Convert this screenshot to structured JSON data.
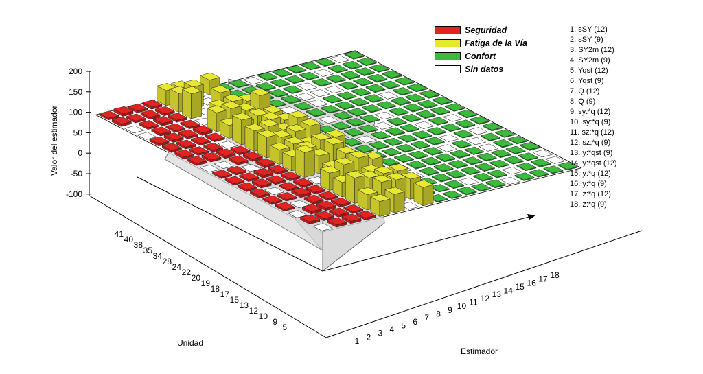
{
  "chart_data": {
    "type": "bar3d",
    "zlabel": "Valor del estimador",
    "ylabel": "Unidad",
    "xlabel": "Estimador",
    "zlim": [
      -100,
      200
    ],
    "z_ticks": [
      "200",
      "150",
      "100",
      "50",
      "0",
      "-50",
      "-100"
    ],
    "unit_ticks": [
      "41",
      "40",
      "38",
      "35",
      "34",
      "28",
      "24",
      "22",
      "20",
      "19",
      "18",
      "17",
      "15",
      "13",
      "12",
      "10",
      "9",
      "5"
    ],
    "estimator_ticks": [
      "1",
      "2",
      "3",
      "4",
      "5",
      "6",
      "7",
      "8",
      "9",
      "10",
      "11",
      "12",
      "13",
      "14",
      "15",
      "16",
      "17",
      "18"
    ],
    "legend": [
      {
        "label": "Seguridad",
        "color": "#e32222"
      },
      {
        "label": "Fatiga de la Vía",
        "color": "#e8e833"
      },
      {
        "label": "Confort",
        "color": "#3cba3c"
      },
      {
        "label": "Sin datos",
        "color": "#ffffff"
      }
    ],
    "estimators": [
      "1. sSY (12)",
      "2. sSY (9)",
      "3. SY2m (12)",
      "4. SY2m (9)",
      "5. Yqst (12)",
      "6. Yqst (9)",
      "7. Q (12)",
      "8. Q (9)",
      "9. sy:*q (12)",
      "10. sy:*q (9)",
      "11. sz:*q (12)",
      "12. sz:*q (9)",
      "13. y:*qst (9)",
      "14. y:*qst (12)",
      "15. y:*q (12)",
      "16. y:*q (9)",
      "17. z:*q (12)",
      "18. z:*q (9)"
    ],
    "groups": {
      "Seguridad": [
        1,
        2,
        3,
        4
      ],
      "Fatiga de la Vía": [
        5,
        6,
        7,
        8
      ],
      "Confort": [
        9,
        10,
        11,
        12,
        13,
        14,
        15,
        16,
        17,
        18
      ]
    },
    "approx_values": {
      "Seguridad": 5,
      "Fatiga de la Vía": 45,
      "Confort": 2
    },
    "legend_position": "top-right",
    "grid": false
  }
}
